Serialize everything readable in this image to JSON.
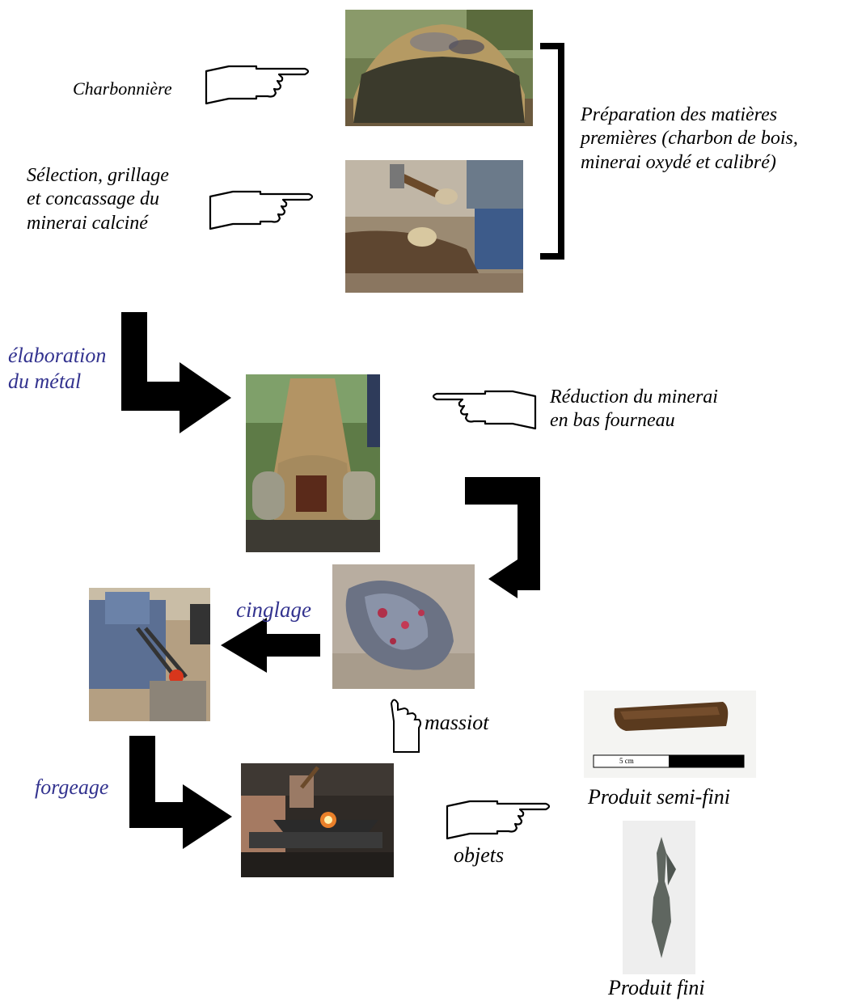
{
  "labels": {
    "charbonniere": "Charbonnière",
    "selection": [
      "Sélection, grillage",
      "et concassage du",
      "minerai calciné"
    ],
    "preparation": [
      "Préparation des matières",
      "premières (charbon de bois,",
      "minerai oxydé et calibré)"
    ],
    "elaboration": [
      "élaboration",
      "du métal"
    ],
    "reduction": [
      "Réduction du minerai",
      "en bas fourneau"
    ],
    "cinglage": "cinglage",
    "massiot": "massiot",
    "forgeage": "forgeage",
    "objets": "objets",
    "semi_fini": "Produit semi-fini",
    "fini": "Produit fini",
    "scale": "5 cm"
  },
  "colors": {
    "step_label": "#33338f",
    "text": "#000000",
    "arrow": "#000000"
  },
  "icons": [
    "pointing-hand-icon",
    "bent-arrow-icon",
    "left-arrow-icon",
    "bracket-icon"
  ]
}
